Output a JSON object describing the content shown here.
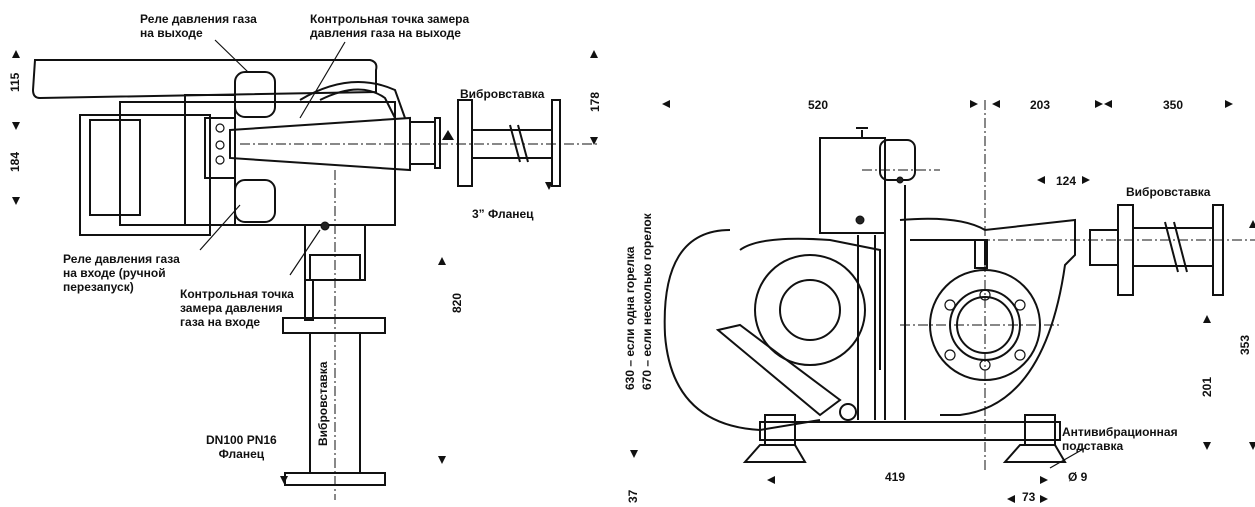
{
  "left_view": {
    "labels": {
      "outlet_pressure_switch": [
        "Реле давления газа",
        "на выходе"
      ],
      "outlet_test_point": [
        "Контрольная точка замера",
        "давления газа на выходе"
      ],
      "vibration_insert_right": "Вибровставка",
      "flange_3in": "3” Фланец",
      "inlet_pressure_switch": [
        "Реле давления газа",
        "на входе (ручной",
        "перезапуск)"
      ],
      "inlet_test_point": [
        "Контрольная точка",
        "замера давления",
        "газа на входе"
      ],
      "vibration_insert_vertical": "Вибровставка",
      "flange_dn100": [
        "DN100 PN16",
        "Фланец"
      ]
    },
    "dimensions": {
      "d115": "115",
      "d184": "184",
      "d178": "178",
      "d820": "820"
    }
  },
  "right_view": {
    "labels": {
      "vibration_insert": "Вибровставка",
      "antivibration_base": [
        "Антивибрационная",
        "подставка"
      ],
      "height_note_one": "630 – если одна горелка",
      "height_note_many": "670 – если несколько горелок"
    },
    "dimensions": {
      "d520": "520",
      "d203": "203",
      "d350": "350",
      "d124": "124",
      "d353": "353",
      "d201": "201",
      "d419": "419",
      "d9": "Ø 9",
      "d73": "73",
      "d37": "37"
    }
  }
}
